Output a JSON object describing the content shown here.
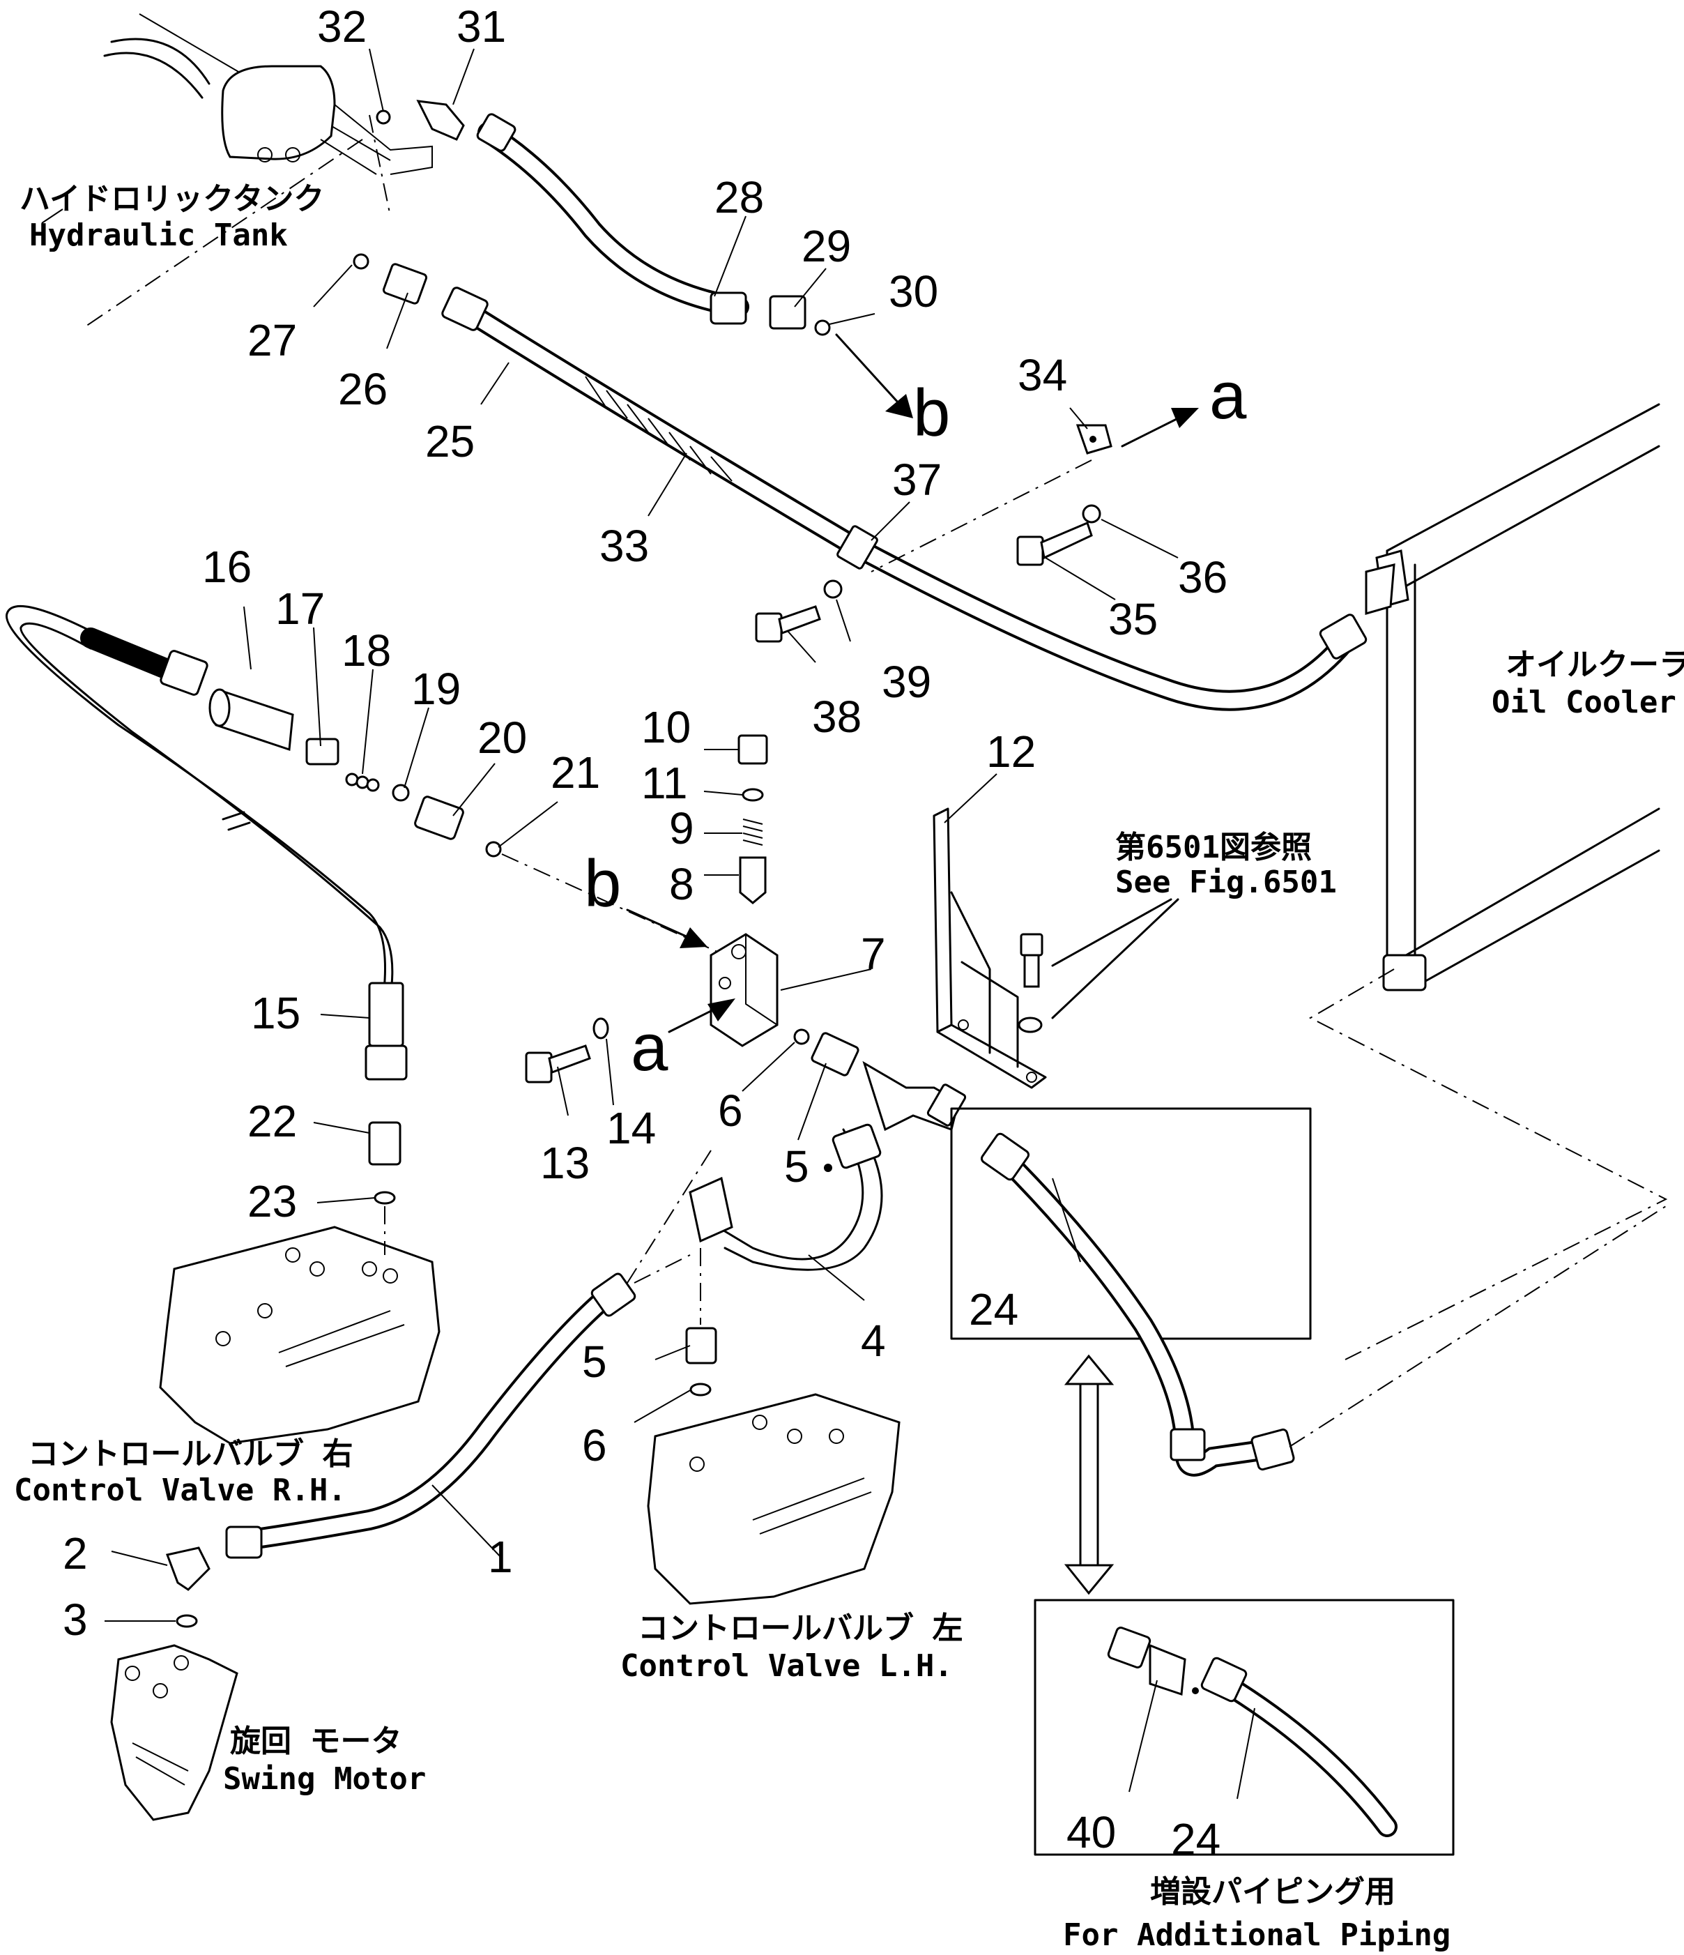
{
  "labels": {
    "hydraulic_tank_jp": "ハイドロリックタンク",
    "hydraulic_tank_en": "Hydraulic Tank",
    "oil_cooler_jp": "オイルクーラ",
    "oil_cooler_en": "Oil Cooler",
    "see_fig_jp": "第6501図参照",
    "see_fig_en": "See Fig.6501",
    "control_valve_rh_jp": "コントロールバルブ 右",
    "control_valve_rh_en": "Control Valve R.H.",
    "control_valve_lh_jp": "コントロールバルブ 左",
    "control_valve_lh_en": "Control Valve L.H.",
    "swing_motor_jp": "旋回 モータ",
    "swing_motor_en": "Swing Motor",
    "additional_piping_jp": "増設パイピング用",
    "additional_piping_en": "For Additional Piping"
  },
  "connection_letters": {
    "a_top": "a",
    "b_top": "b",
    "a_block": "a",
    "b_block": "b"
  },
  "part_numbers": {
    "p1": "1",
    "p2": "2",
    "p3": "3",
    "p4": "4",
    "p5a": "5",
    "p5b": "5",
    "p6a": "6",
    "p6b": "6",
    "p7": "7",
    "p8": "8",
    "p9": "9",
    "p10": "10",
    "p11": "11",
    "p12": "12",
    "p13": "13",
    "p14": "14",
    "p15": "15",
    "p16": "16",
    "p17": "17",
    "p18": "18",
    "p19": "19",
    "p20": "20",
    "p21": "21",
    "p22": "22",
    "p23": "23",
    "p24a": "24",
    "p24b": "24",
    "p25": "25",
    "p26": "26",
    "p27": "27",
    "p28": "28",
    "p29": "29",
    "p30": "30",
    "p31": "31",
    "p32": "32",
    "p33": "33",
    "p34": "34",
    "p35": "35",
    "p36": "36",
    "p37": "37",
    "p38": "38",
    "p39": "39",
    "p40": "40"
  }
}
